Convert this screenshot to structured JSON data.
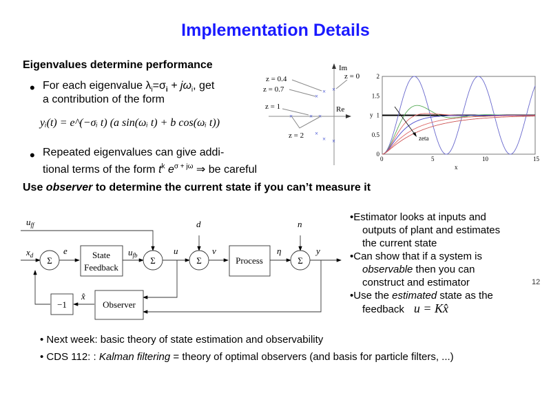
{
  "title": "Implementation Details",
  "section1": {
    "heading": "Eigenvalues determine performance",
    "bullet1_line1_pre": "For each eigenvalue λ",
    "bullet1_line1_eq": "=σ",
    "bullet1_line1_plus": " + jω",
    "bullet1_line1_post": ", get",
    "bullet1_sub": "i",
    "bullet1_line2": "a contribution of the form",
    "formula": "yᵢ(t) = e^(−σᵢ t) (a sin(ωᵢ t) + b cos(ωᵢ t))",
    "bullet2_line1": "Repeated eigenvalues can give addi-",
    "bullet2_line2_pre": "tional terms of the form ",
    "bullet2_term": "t",
    "bullet2_sup_k": "k",
    "bullet2_e": " e",
    "bullet2_sup_exp": "σ + jω",
    "bullet2_post": " ⇒ be careful"
  },
  "pole_plot": {
    "im_label": "Im",
    "re_label": "Re",
    "labels": [
      "z = 0.4",
      "z = 0.7",
      "z = 0",
      "z = 1",
      "z = 2"
    ]
  },
  "chart_data": {
    "type": "line",
    "xlabel": "x",
    "ylabel": "y",
    "xlim": [
      0,
      15
    ],
    "ylim": [
      0,
      2
    ],
    "xticks": [
      "0",
      "5",
      "10",
      "15"
    ],
    "yticks": [
      "0",
      "0.5",
      "1",
      "1.5",
      "2"
    ],
    "annotation": "zeta",
    "series_damping_ratios": [
      0,
      0.4,
      0.7,
      1,
      1.5,
      2
    ],
    "series_colors": [
      "#6666cc",
      "#55aa55",
      "#dd6666",
      "#4444cc",
      "#dd6666",
      "#cc5555"
    ],
    "reference_line": 1
  },
  "section2": {
    "heading_pre": "Use ",
    "heading_em": "observer",
    "heading_post": " to determine the current state if you can’t measure it"
  },
  "diagram": {
    "u_ff": "u",
    "u_ff_sub": "ff",
    "x_d": "x",
    "x_d_sub": "d",
    "e": "e",
    "state_feedback_1": "State",
    "state_feedback_2": "Feedback",
    "u_fb": "u",
    "u_fb_sub": "fb",
    "u": "u",
    "d": "d",
    "v": "ν",
    "process": "Process",
    "eta": "η",
    "n": "n",
    "y": "y",
    "sigma": "Σ",
    "minus_one": "−1",
    "x_hat": "x̂",
    "observer": "Observer"
  },
  "right_bullets": {
    "b1": [
      "•Estimator looks at inputs and",
      "outputs of plant and estimates",
      "the current state"
    ],
    "b2_l1": "•Can show that if a system is",
    "b2_l2_em": "observable",
    "b2_l2_post": " then you can",
    "b2_l3": "construct and estimator",
    "b3_l1_pre": "•Use the ",
    "b3_l1_em": "estimated",
    "b3_l1_post": " state as the",
    "b3_l2": "feedback",
    "b3_eq": "u = Kx̂"
  },
  "page_number": "12",
  "bottom": {
    "b1": "• Next week: basic theory of state estimation and observability",
    "b2_pre": "• CDS 112: : ",
    "b2_em": "Kalman filtering",
    "b2_post": " = theory of optimal observers (and basis for particle filters, ...)"
  }
}
